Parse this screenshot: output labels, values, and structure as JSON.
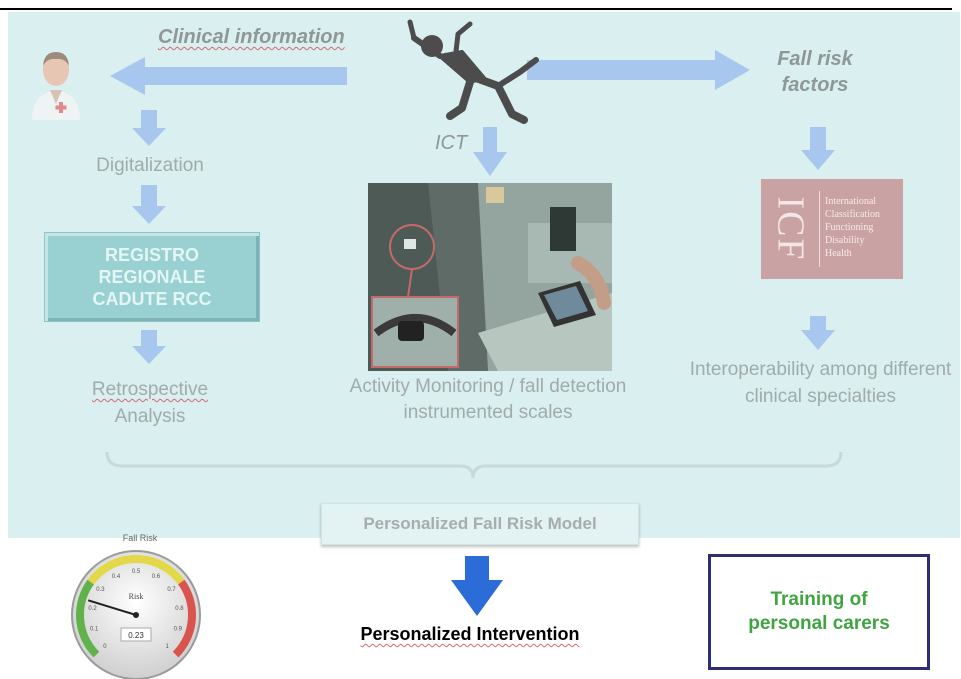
{
  "labels": {
    "clinical_information": "Clinical information",
    "fall_risk_factors": "Fall risk\nfactors",
    "ict": "ICT",
    "digitalization": "Digitalization",
    "registro": "REGISTRO\nREGIONALE\nCADUTE RCC",
    "retrospective": "Retrospective",
    "analysis": "Analysis",
    "activity_line1": "Activity Monitoring / fall detection",
    "activity_line2": "instrumented scales",
    "interop_line1": "Interoperability among different",
    "interop_line2": "clinical specialties",
    "personalized_model": "Personalized Fall Risk Model",
    "personalized_intervention": "Personalized Intervention",
    "training": "Training of\npersonal carers"
  },
  "icf": {
    "logo_letters": "ICF",
    "text": [
      "International",
      "Classification",
      "Functioning",
      "Disability",
      "Health"
    ]
  },
  "gauge": {
    "title": "Fall Risk",
    "center_label": "Risk",
    "value_text": "0.23",
    "value": 0.23,
    "ticks": [
      "0",
      "0.1",
      "0.2",
      "0.3",
      "0.4",
      "0.5",
      "0.6",
      "0.7",
      "0.8",
      "0.9",
      "1"
    ]
  },
  "colors": {
    "panel_bg": "#d9eff0",
    "arrow_light": "#a8c7ee",
    "arrow_dark": "#2b6cd8",
    "training_border": "#2e2e72",
    "training_text": "#3fa541"
  }
}
